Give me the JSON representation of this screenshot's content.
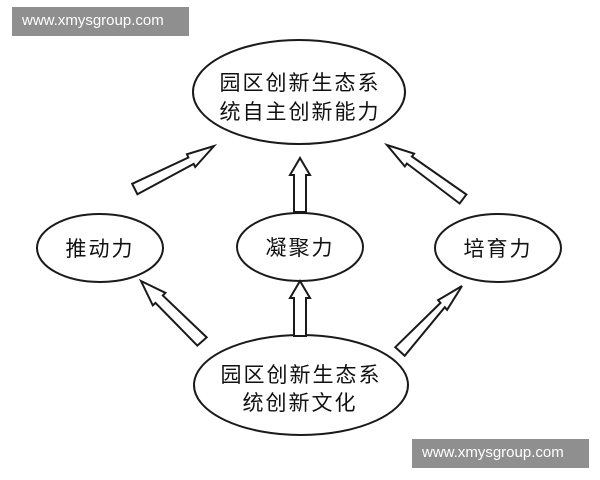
{
  "watermarks": {
    "top": "www.xmysgroup.com",
    "bottom": "www.xmysgroup.com"
  },
  "nodes": {
    "goal": {
      "line1": "园区创新生态系",
      "line2": "统自主创新能力"
    },
    "push": {
      "label": "推动力"
    },
    "cohesion": {
      "label": "凝聚力"
    },
    "cultivate": {
      "label": "培育力"
    },
    "culture": {
      "line1": "园区创新生态系",
      "line2": "统创新文化"
    }
  },
  "colors": {
    "stroke": "#1a1a1a",
    "text": "#111111",
    "watermark_bg": "#8f8f8f",
    "watermark_text": "#ffffff"
  }
}
